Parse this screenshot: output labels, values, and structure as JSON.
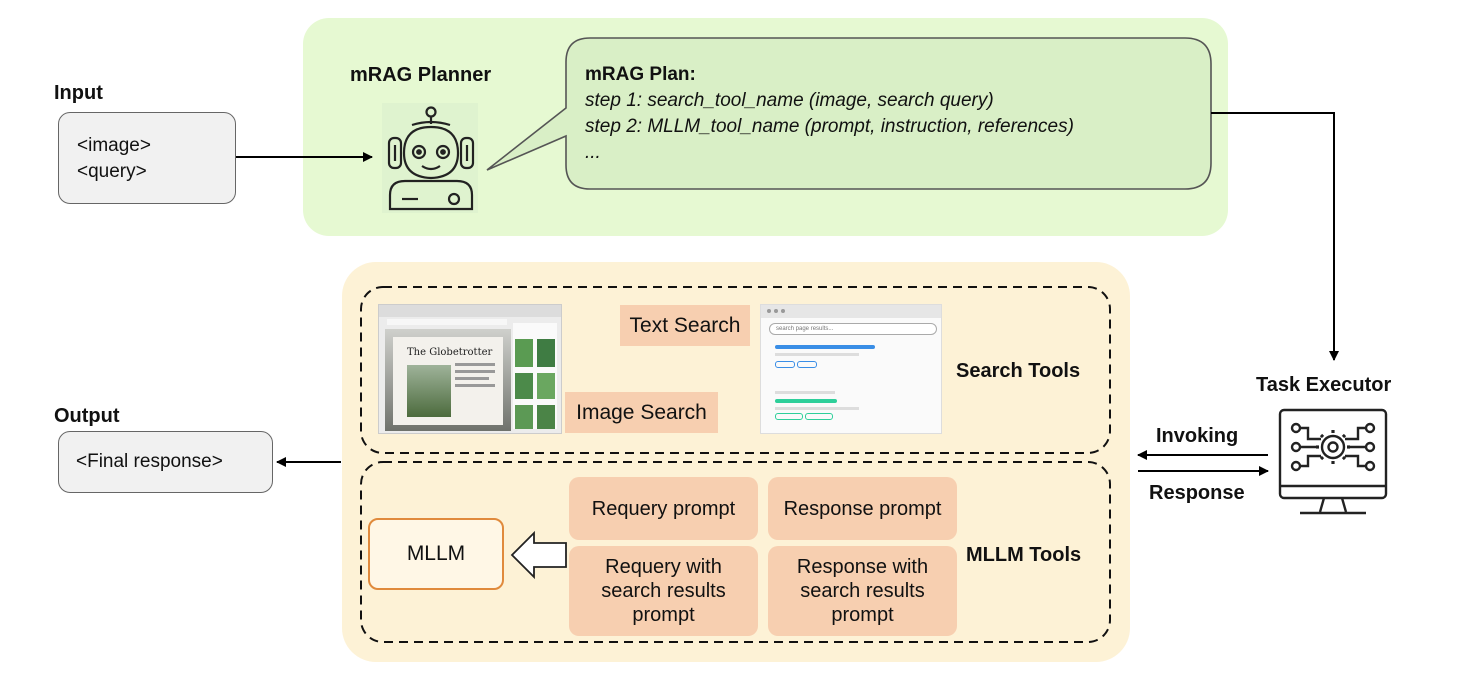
{
  "input": {
    "label": "Input",
    "lines": [
      "<image>",
      "<query>"
    ]
  },
  "planner": {
    "label": "mRAG Planner",
    "icon": "robot-icon"
  },
  "plan": {
    "title": "mRAG Plan:",
    "steps": [
      "step 1: search_tool_name (image, search query)",
      "step 2: MLLM_tool_name (prompt, instruction, references)",
      "..."
    ]
  },
  "search_tools": {
    "label": "Search Tools",
    "text_search": "Text Search",
    "image_search": "Image Search",
    "screenshot_title": "The Globetrotter",
    "search_placeholder": "search page results..."
  },
  "mllm_tools": {
    "label": "MLLM Tools",
    "mllm": "MLLM",
    "prompts": [
      "Requery prompt",
      "Response prompt",
      "Requery with search results prompt",
      "Response with search results prompt"
    ]
  },
  "executor": {
    "label": "Task Executor",
    "icon": "computer-gear-icon",
    "invoking": "Invoking",
    "response": "Response"
  },
  "output": {
    "label": "Output",
    "text": "<Final response>"
  },
  "colors": {
    "planner_bg": "#e6f9d2",
    "tools_bg": "#fdf2d6",
    "tag_bg": "#f7cfb0",
    "mllm_border": "#e08a3c",
    "link_blue": "#3a8ee6",
    "link_green": "#2ecf9a"
  }
}
